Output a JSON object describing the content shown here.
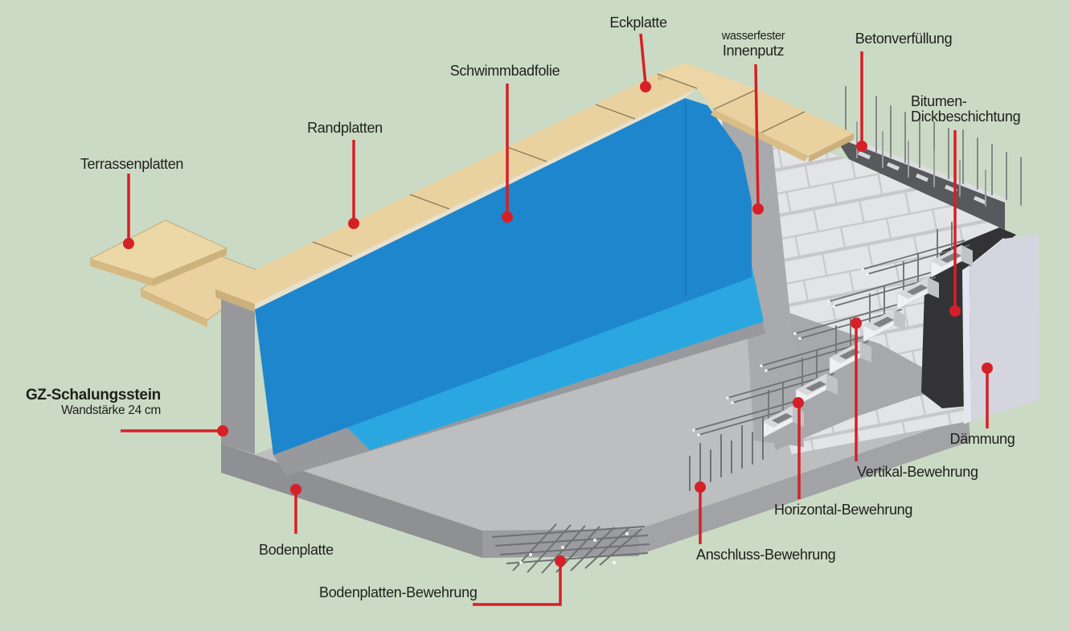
{
  "labels": {
    "terrassenplatten": "Terrassenplatten",
    "randplatten": "Randplatten",
    "schwimmbadfolie": "Schwimmbadfolie",
    "eckplatte": "Eckplatte",
    "innenputz_line1": "wasserfester",
    "innenputz_line2": "Innenputz",
    "betonverfuellung": "Betonverfüllung",
    "bitumen_line1": "Bitumen-",
    "bitumen_line2": "Dickbeschichtung",
    "daemmung": "Dämmung",
    "vertikal_bewehrung": "Vertikal-Bewehrung",
    "horizontal_bewehrung": "Horizontal-Bewehrung",
    "anschluss_bewehrung": "Anschluss-Bewehrung",
    "bodenplatte": "Bodenplatte",
    "bodenplatten_bewehrung": "Bodenplatten-Bewehrung",
    "gz_line1": "GZ-Schalungsstein",
    "gz_line2": "Wandstärke 24 cm"
  },
  "colors": {
    "background": "#cbdac4",
    "label_text": "#1f1f1d",
    "leader_red": "#d62027",
    "pool_blue": "#1e86cd",
    "pool_blue_light": "#2aa7e1",
    "slab_top": "#bcbec0",
    "slab_shadow": "#97999c",
    "slab_front": "#8e9093",
    "coping_top": "#e9d2a0",
    "coping_edge": "#d9bd87",
    "wall_end": "#96989c",
    "block_face": "#e3e4e6",
    "mortar_joint": "#c7c8cb",
    "innenputz": "#a8aaad",
    "concrete_fill": "#58595c",
    "bitumen": "#333335",
    "daemmung_panel": "#d4d5df",
    "rebar": "#6e7073"
  }
}
